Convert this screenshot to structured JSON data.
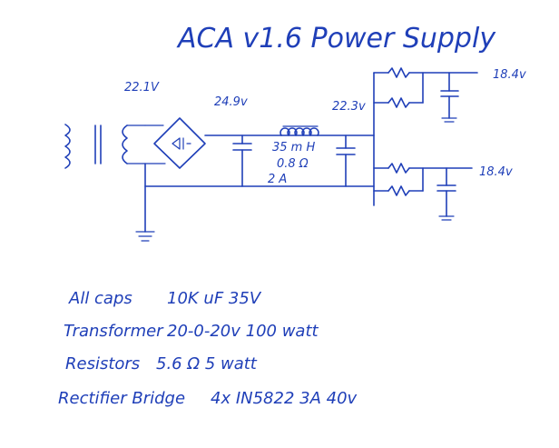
{
  "title": "ACA v1.6 Power Supply",
  "schematic": {
    "input_voltage": "22.1V",
    "rectified_voltage": "24.9v",
    "filtered_voltage": "22.3v",
    "inductor_value": "35 m H",
    "inductor_resistance": "0.8 Ω",
    "inductor_current": "2 A",
    "rail_top_output": "18.4v",
    "rail_bottom_output": "18.4v"
  },
  "notes": [
    {
      "name": "All caps",
      "value": "10K uF 35V"
    },
    {
      "name": "Transformer",
      "value": "20-0-20v 100 watt"
    },
    {
      "name": "Resistors",
      "value": "5.6 Ω 5 watt"
    },
    {
      "name": "Rectifier Bridge",
      "value": "4x IN5822 3A 40v"
    }
  ]
}
